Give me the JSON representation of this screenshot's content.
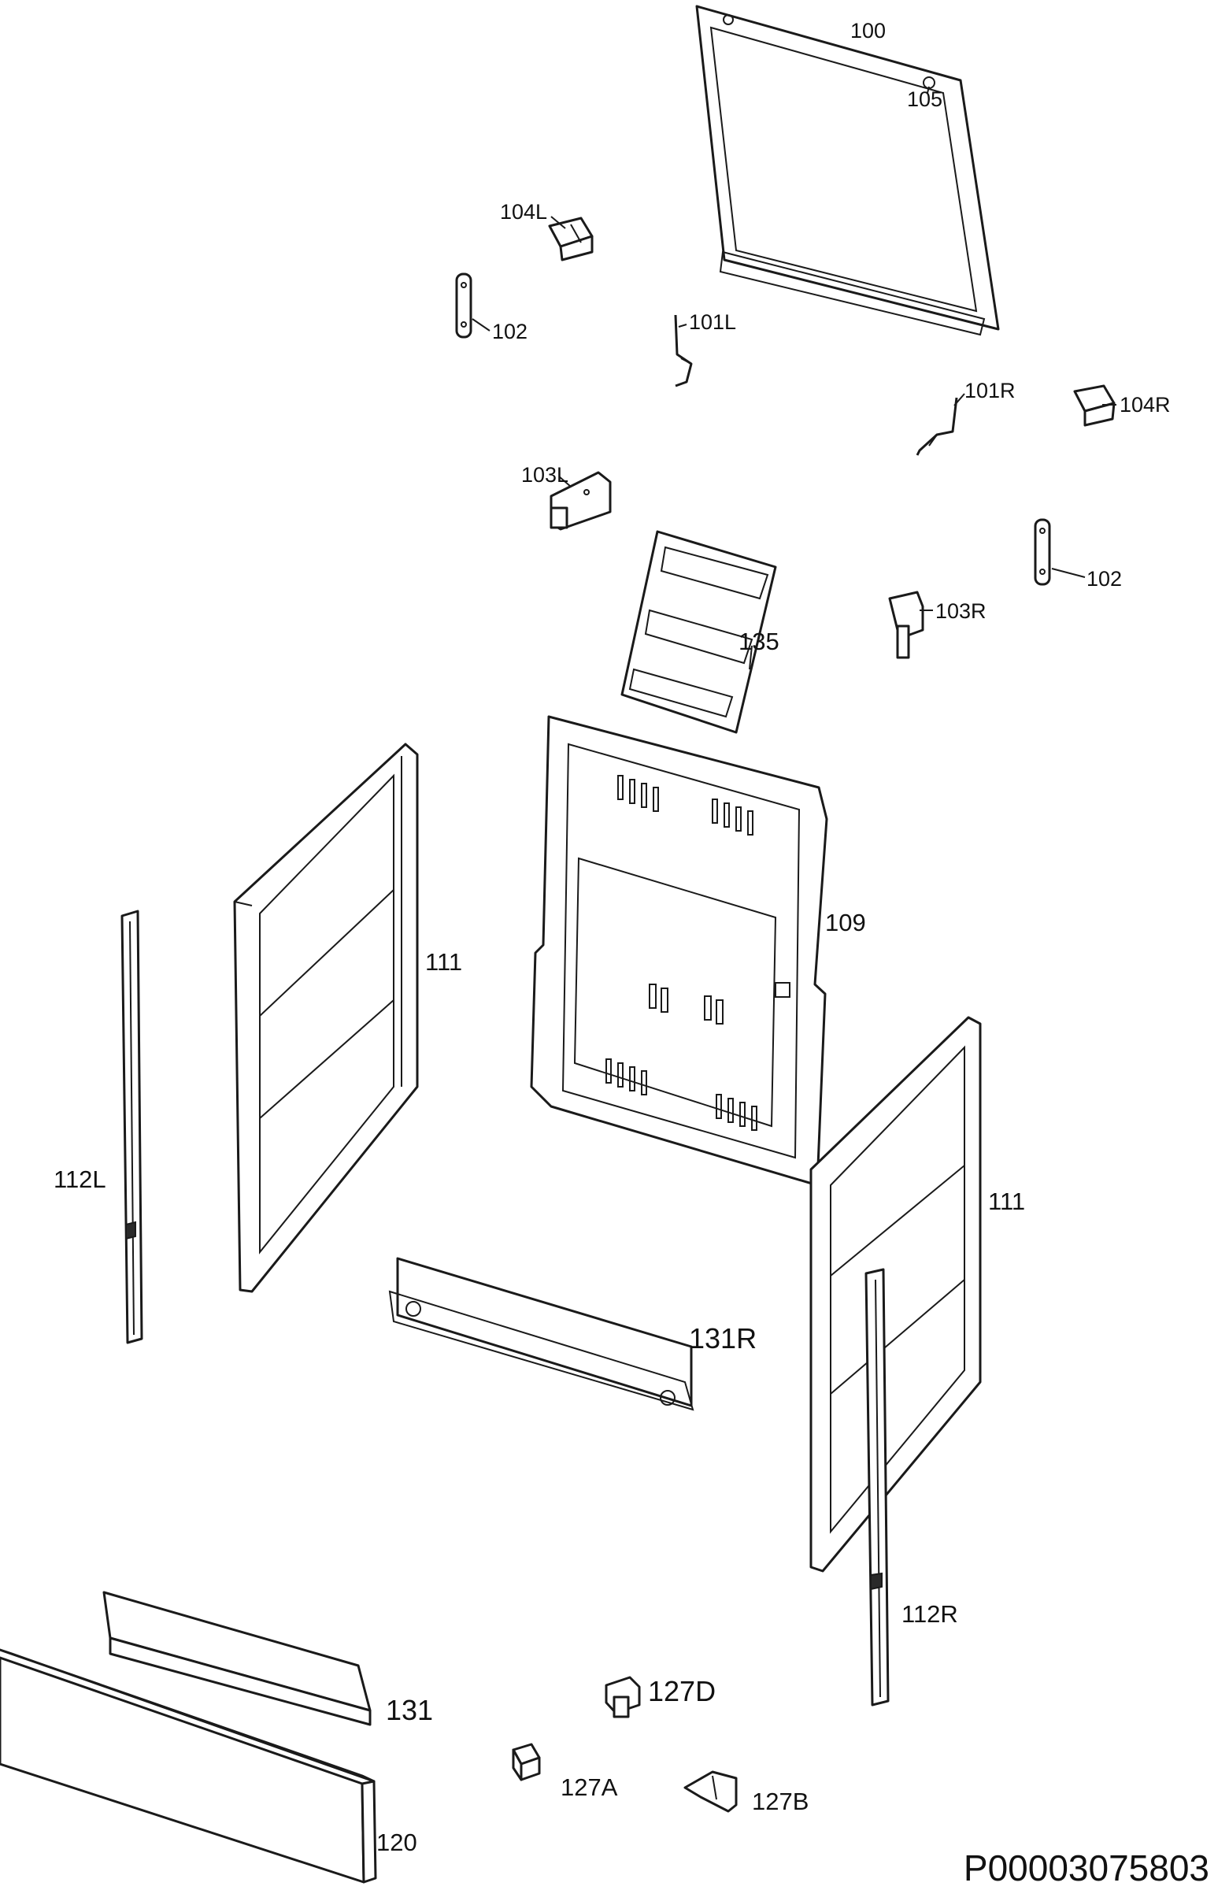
{
  "diagram": {
    "drawing_code": "P00003075803",
    "labels": {
      "p100": "100",
      "p105": "105",
      "p104L": "104L",
      "p102a": "102",
      "p101L": "101L",
      "p101R": "101R",
      "p104R": "104R",
      "p103L": "103L",
      "p102b": "102",
      "p103R": "103R",
      "p135": "135",
      "p109": "109",
      "p111a": "111",
      "p112L": "112L",
      "p111b": "111",
      "p131R": "131R",
      "p112R": "112R",
      "p127D": "127D",
      "p131": "131",
      "p127A": "127A",
      "p127B": "127B",
      "p120": "120"
    }
  }
}
